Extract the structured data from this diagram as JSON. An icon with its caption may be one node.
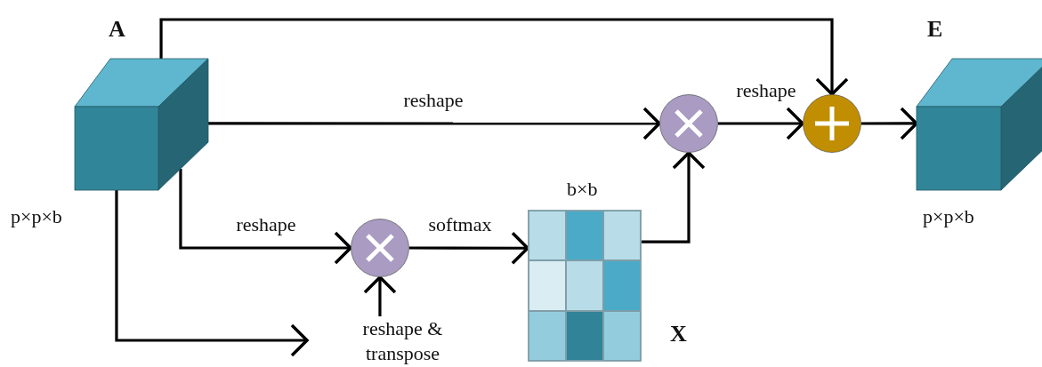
{
  "diagram": {
    "nodes": [
      {
        "text": [
          "A"
        ],
        "beside": [
          "p×p×b"
        ]
      },
      {
        "text": [],
        "shape": "circle"
      },
      {
        "text": [
          "b×b"
        ],
        "beside": [
          "X"
        ]
      },
      {
        "text": [],
        "shape": "circle"
      },
      {
        "text": [],
        "shape": "circle"
      },
      {
        "text": [
          "E"
        ],
        "beside": [
          "p×p×b"
        ]
      },
      {
        "text": [
          "reshape & transpose"
        ]
      }
    ],
    "edges": [
      {
        "from": 0,
        "to": 4,
        "arrow": "to"
      },
      {
        "from": 0,
        "to": 3,
        "arrow": "to",
        "label": "reshape"
      },
      {
        "from": 0,
        "to": 1,
        "arrow": "to",
        "label": "reshape"
      },
      {
        "from": 1,
        "to": 2,
        "arrow": "to",
        "label": "softmax"
      },
      {
        "from": 2,
        "to": 3,
        "arrow": "to"
      },
      {
        "from": 3,
        "to": 4,
        "arrow": "to",
        "label": "reshape"
      },
      {
        "from": 4,
        "to": 5,
        "arrow": "to"
      },
      {
        "from": 6,
        "to": 1,
        "arrow": "to"
      },
      {
        "from": 0,
        "to": null,
        "arrow": "to"
      }
    ]
  }
}
